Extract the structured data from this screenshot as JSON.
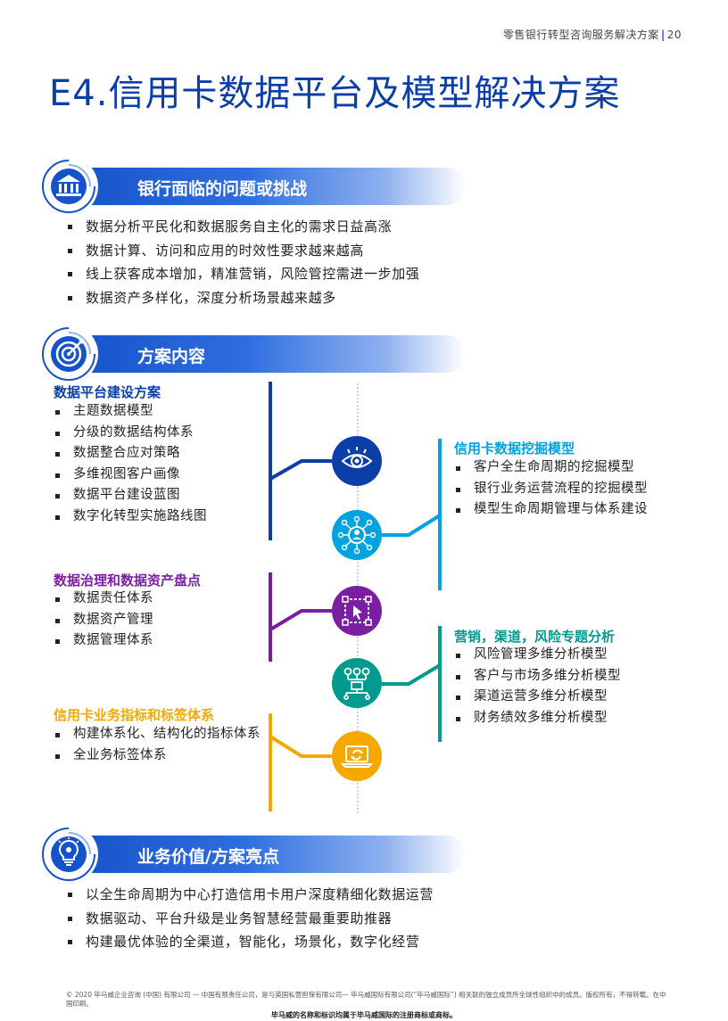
{
  "header": {
    "doc_title": "零售银行转型咨询服务解决方案",
    "page": "20"
  },
  "title": "E4.信用卡数据平台及模型解决方案",
  "section1": {
    "title": "银行面临的问题或挑战",
    "icon": "bank-icon",
    "bullets": [
      "数据分析平民化和数据服务自主化的需求日益高涨",
      "数据计算、访问和应用的时效性要求越来越高",
      "线上获客成本增加，精准营销，风险管控需进一步加强",
      "数据资产多样化，深度分析场景越来越多"
    ]
  },
  "section2": {
    "title": "方案内容",
    "icon": "target-icon",
    "groups": {
      "platform": {
        "title": "数据平台建设方案",
        "color": "#0c3ea8",
        "items": [
          "主题数据模型",
          "分级的数据结构体系",
          "数据整合应对策略",
          "多维视图客户画像",
          "数据平台建设蓝图",
          "数字化转型实施路线图"
        ]
      },
      "mining": {
        "title": "信用卡数据挖掘模型",
        "color": "#00a3e0",
        "items": [
          "客户全生命周期的挖掘模型",
          "银行业务运营流程的挖掘模型",
          "模型生命周期管理与体系建设"
        ]
      },
      "governance": {
        "title": "数据治理和数据资产盘点",
        "color": "#7b1fa2",
        "items": [
          "数据责任体系",
          "数据资产管理",
          "数据管理体系"
        ]
      },
      "marketing": {
        "title": "营销，渠道，风险专题分析",
        "color": "#009a8e",
        "items": [
          "风险管理多维分析模型",
          "客户与市场多维分析模型",
          "渠道运营多维分析模型",
          "财务绩效多维分析模型"
        ]
      },
      "indicators": {
        "title": "信用卡业务指标和标签体系",
        "color": "#f5a800",
        "items": [
          "构建体系化、结构化的指标体系",
          "全业务标签体系"
        ]
      }
    },
    "icons": [
      "eye-icon",
      "network-person-icon",
      "cursor-select-icon",
      "flow-icon",
      "refresh-laptop-icon"
    ]
  },
  "section3": {
    "title": "业务价值/方案亮点",
    "icon": "lightbulb-icon",
    "bullets": [
      "以全生命周期为中心打造信用卡用户深度精细化数据运营",
      "数据驱动、平台升级是业务智慧经营最重要助推器",
      "构建最优体验的全渠道，智能化，场景化，数字化经营"
    ]
  },
  "footer": {
    "copyright": "© 2020 毕马威企业咨询 (中国) 有限公司 — 中国有限责任公司，是与英国私营担保有限公司— 毕马威国际有限公司(“毕马威国际”) 相关联的独立成员所全球性组织中的成员。版权所有，不得转载。在中国印刷。",
    "trademark": "毕马威的名称和标识均属于毕马威国际的注册商标或商标。"
  },
  "colors": {
    "primary": "#0c3ea8",
    "band": "#1652c9",
    "cyan": "#00a3e0",
    "purple": "#7b1fa2",
    "teal": "#009a8e",
    "gold": "#f5a800"
  }
}
